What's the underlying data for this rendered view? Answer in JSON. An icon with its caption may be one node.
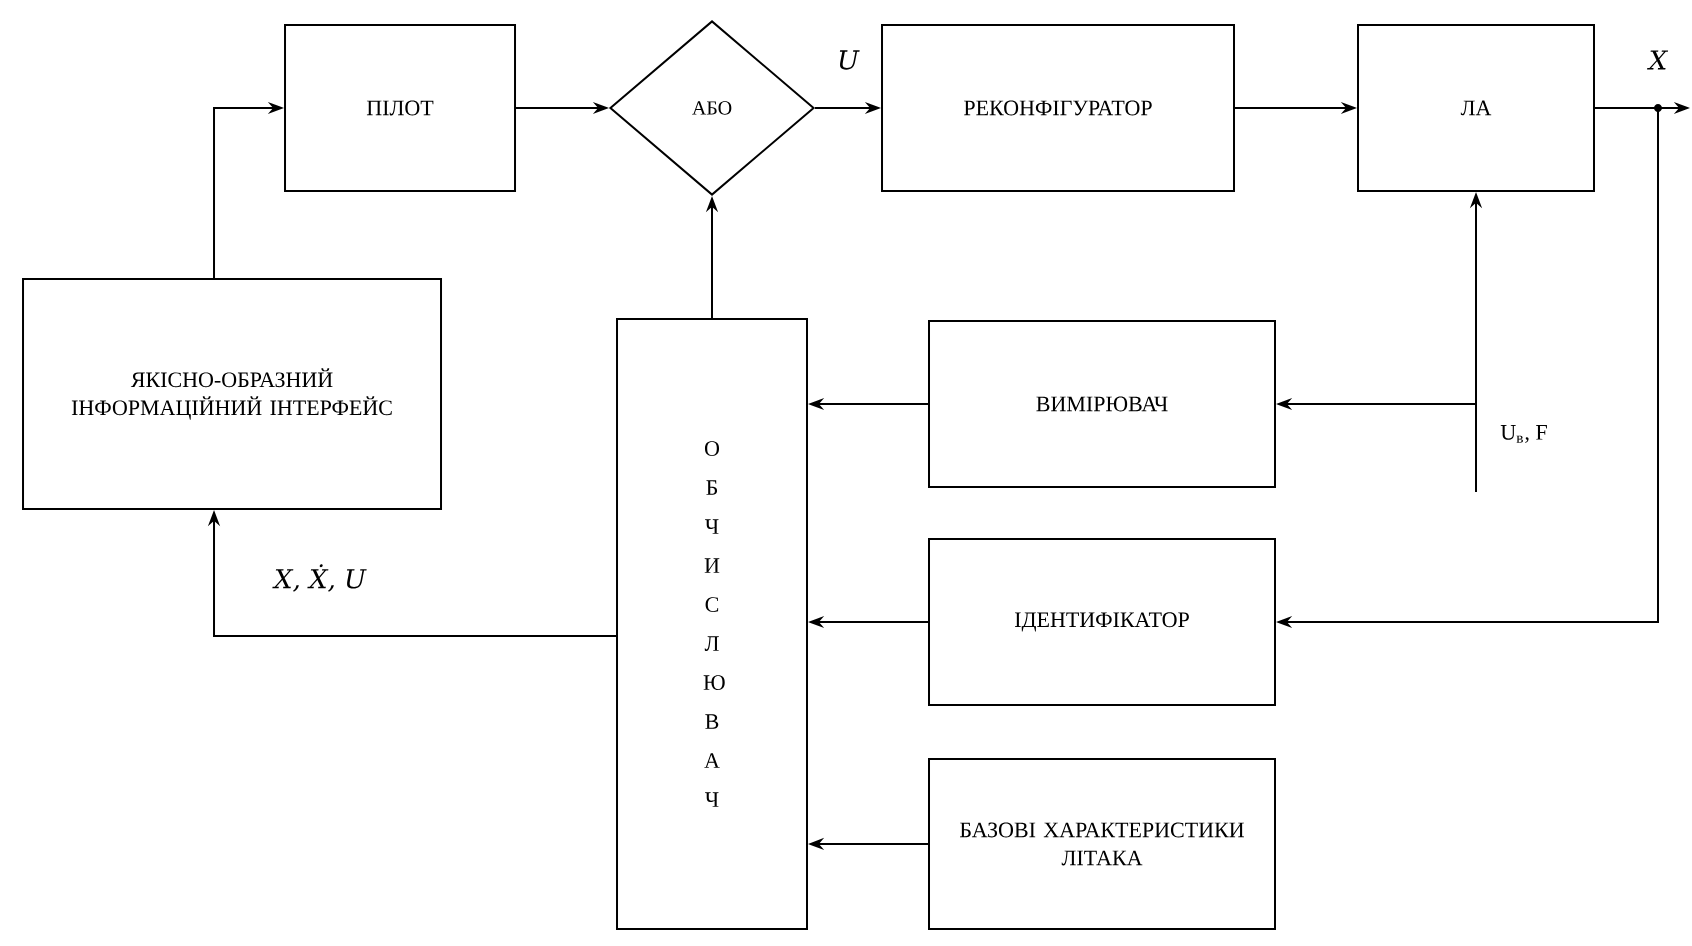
{
  "diagram": {
    "nodes": [
      {
        "text": [
          "ПІЛОТ"
        ]
      },
      {
        "text": [
          "АБО"
        ]
      },
      {
        "text": [
          "РЕКОНФІГУРАТОР"
        ]
      },
      {
        "text": [
          "ЛА"
        ]
      },
      {
        "text": [
          "ЯКІСНО-ОБРАЗНИЙ ІНФОРМАЦІЙНИЙ ІНТЕРФЕЙС"
        ]
      },
      {
        "text": [
          "ОБЧИСЛЮВАЧ"
        ]
      },
      {
        "text": [
          "ВИМІРЮВАЧ"
        ]
      },
      {
        "text": [
          "ІДЕНТИФІКАТОР"
        ]
      },
      {
        "text": [
          "БАЗОВІ ХАРАКТЕРИСТИКИ ЛІТАКА"
        ]
      }
    ],
    "edges": [
      {
        "from": 4,
        "to": 0,
        "arrow": "to"
      },
      {
        "from": 0,
        "to": 1,
        "arrow": "to"
      },
      {
        "from": 5,
        "to": 1,
        "arrow": "to"
      },
      {
        "from": 1,
        "to": 2,
        "arrow": "to",
        "label": "U"
      },
      {
        "from": 2,
        "to": 3,
        "arrow": "to"
      },
      {
        "from": 3,
        "to": null,
        "arrow": "to",
        "label": "X"
      },
      {
        "from": 3,
        "to": 7,
        "arrow": "to"
      },
      {
        "from": null,
        "to": 3,
        "arrow": "to",
        "label": "U$_{в}$, F"
      },
      {
        "from": null,
        "to": 6,
        "arrow": "to"
      },
      {
        "from": 6,
        "to": 5,
        "arrow": "to"
      },
      {
        "from": 7,
        "to": 5,
        "arrow": "to"
      },
      {
        "from": 8,
        "to": 5,
        "arrow": "to"
      },
      {
        "from": 5,
        "to": 4,
        "arrow": "to",
        "label": "X, Ẋ, U"
      }
    ]
  }
}
